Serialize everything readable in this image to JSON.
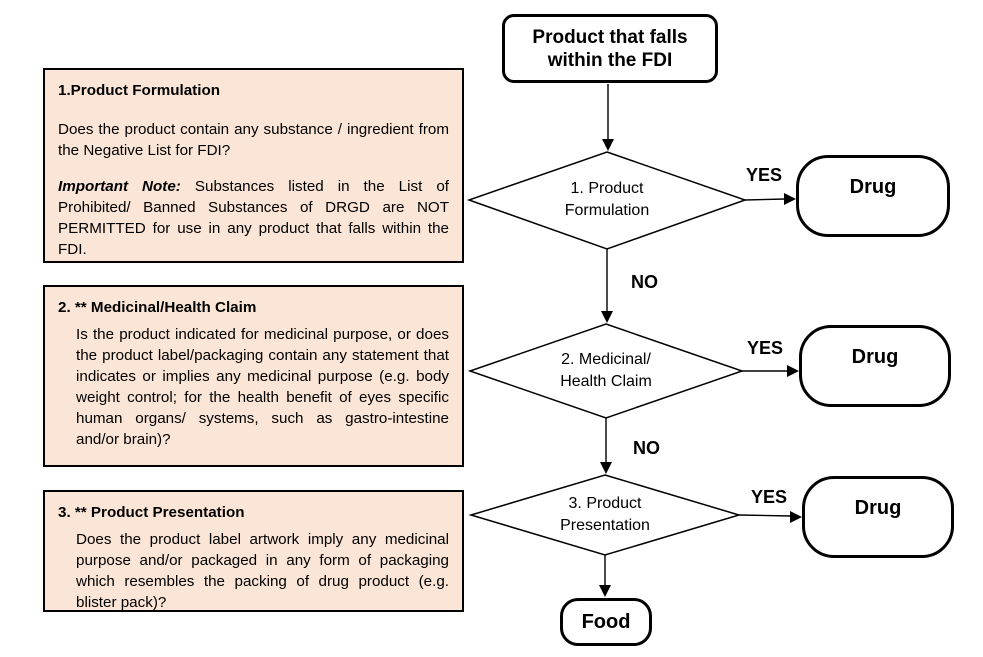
{
  "colors": {
    "note_background": "#fbe5d6",
    "line_and_border": "#000000",
    "canvas_background": "#ffffff"
  },
  "notes": [
    {
      "heading": "1.Product Formulation",
      "body": "Does the product contain any substance / ingredient from the Negative List for FDI?",
      "note_label": "Important Note:",
      "note_text": " Substances listed in the List of Prohibited/ Banned Substances of DRGD are NOT PERMITTED for use in any product that falls within the FDI."
    },
    {
      "heading": "2. ** Medicinal/Health Claim",
      "body": "Is the product indicated for medicinal purpose, or does the product label/packaging contain any statement that indicates or implies any medicinal purpose (e.g. body weight control; for the health benefit of eyes specific human organs/ systems, such as gastro-intestine and/or brain)?"
    },
    {
      "heading": "3. ** Product Presentation",
      "body": "Does the product label artwork imply any medicinal purpose and/or packaged in any form of packaging which resembles the packing of drug product (e.g. blister pack)?"
    }
  ],
  "flow": {
    "start": "Product that falls\nwithin the FDI",
    "decisions": [
      {
        "label": "1. Product\nFormulation"
      },
      {
        "label": "2. Medicinal/\nHealth Claim"
      },
      {
        "label": "3. Product\nPresentation"
      }
    ],
    "yes_label": "YES",
    "no_label": "NO",
    "drug_label": "Drug",
    "food_label": "Food"
  }
}
